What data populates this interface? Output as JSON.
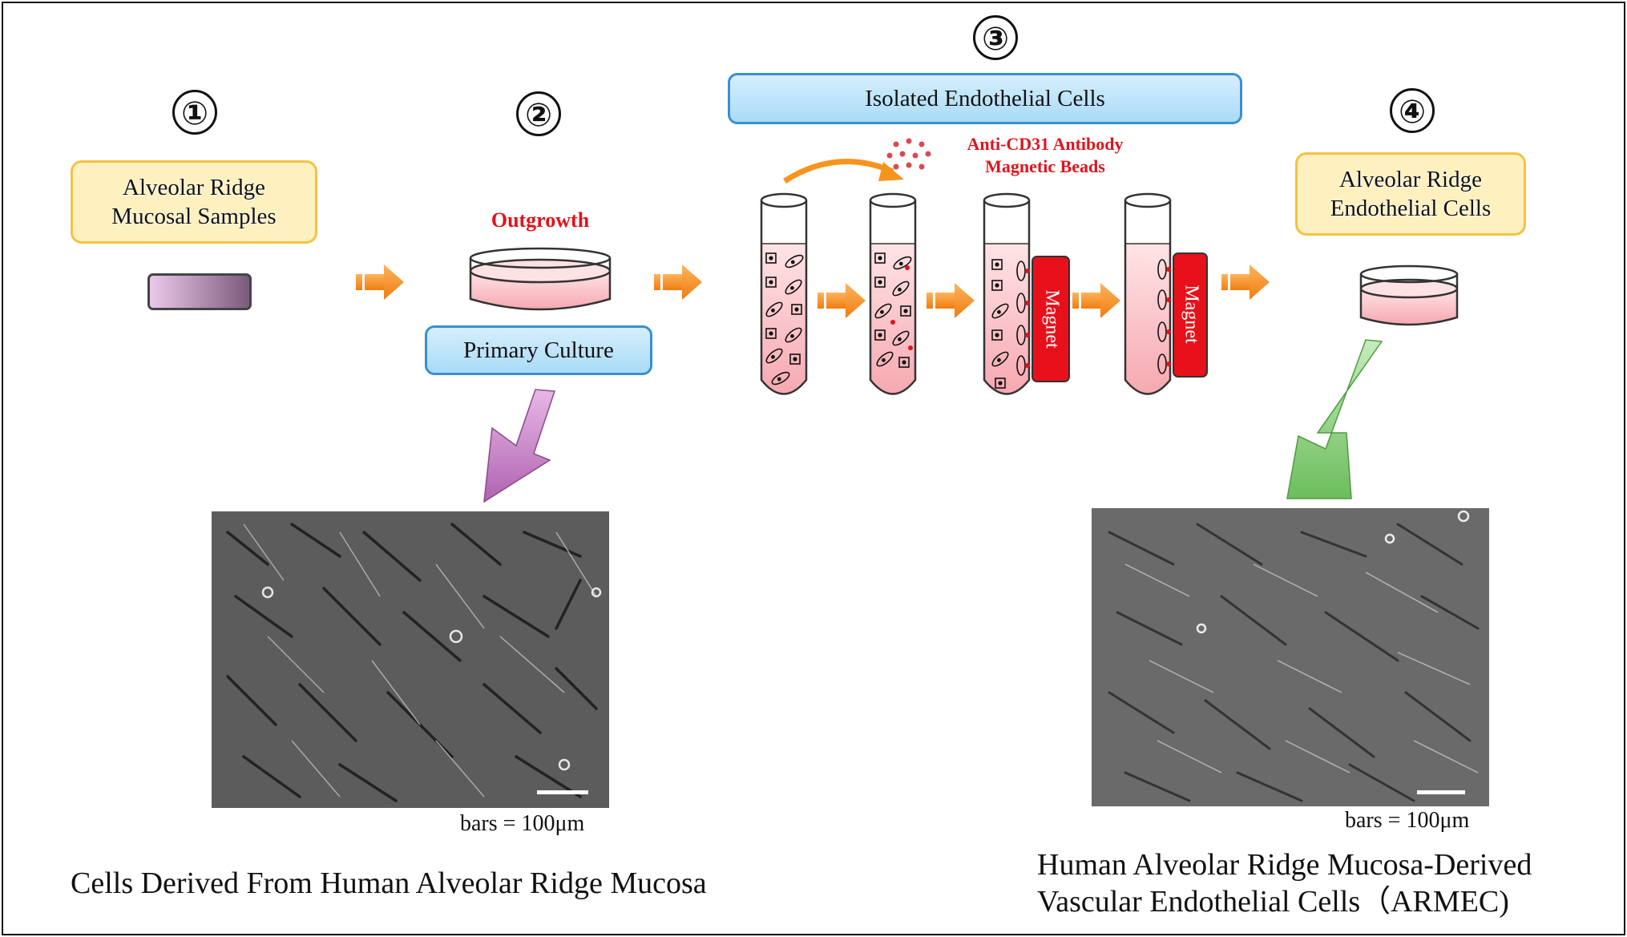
{
  "steps": {
    "s1": "①",
    "s2": "②",
    "s3": "③",
    "s4": "④"
  },
  "labels": {
    "alveolar_samples": "Alveolar Ridge Mucosal Samples",
    "outgrowth": "Outgrowth",
    "primary_culture": "Primary Culture",
    "isolated_endothelial": "Isolated Endothelial Cells",
    "antibody_beads": "Anti-CD31 Antibody Magnetic Beads",
    "magnet_1": "Magnet",
    "magnet_2": "Magnet",
    "alveolar_endothelial": "Alveolar Ridge Endothelial Cells"
  },
  "micrographs": {
    "left_scale": "bars = 100μm",
    "right_scale": "bars = 100μm"
  },
  "captions": {
    "left": "Cells Derived From Human Alveolar Ridge Mucosa",
    "right_line1": "Human Alveolar Ridge Mucosa-Derived",
    "right_line2": "Vascular Endothelial Cells（ARMEC)"
  },
  "colors": {
    "flow_arrow": "#f7941d",
    "label_red": "#e0141c",
    "yellow_box": "#fff0c0",
    "blue_box": "#a9dbf7",
    "magnet": "#e8101a",
    "purple_arrow": "#c77fc4",
    "green_arrow": "#7cc46c"
  }
}
